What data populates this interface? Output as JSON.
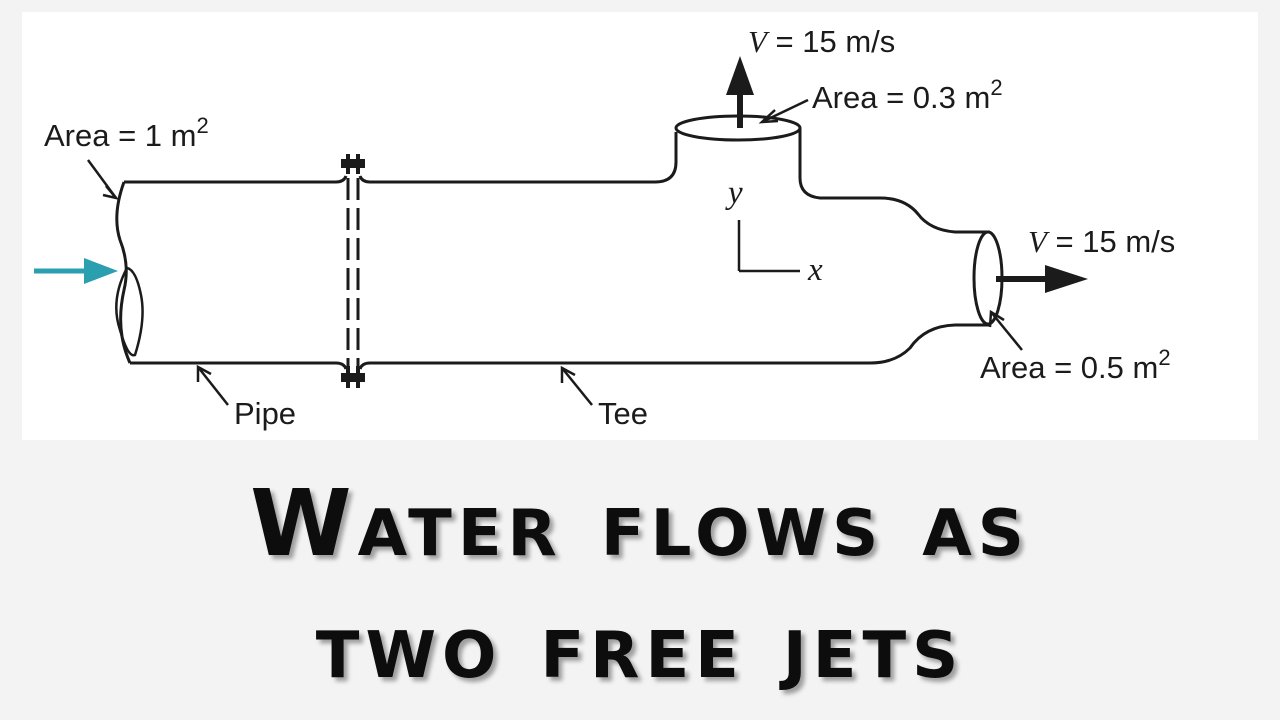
{
  "diagram": {
    "inlet_area_label": "Area = 1 m",
    "inlet_area_exp": "2",
    "top_velocity_var": "V",
    "top_velocity_val": " = 15 m/s",
    "top_area_label": "Area = 0.3 m",
    "top_area_exp": "2",
    "right_velocity_var": "V",
    "right_velocity_val": " = 15 m/s",
    "right_area_label": "Area = 0.5 m",
    "right_area_exp": "2",
    "axis_y": "y",
    "axis_x": "x",
    "pipe_label": "Pipe",
    "tee_label": "Tee"
  },
  "colors": {
    "inflow_arrow": "#2a9fb0",
    "ink": "#1b1b1b",
    "background": "#f3f3f3",
    "panel": "#ffffff"
  },
  "caption": {
    "line1": "Water flows as",
    "line2": "two free jets"
  }
}
